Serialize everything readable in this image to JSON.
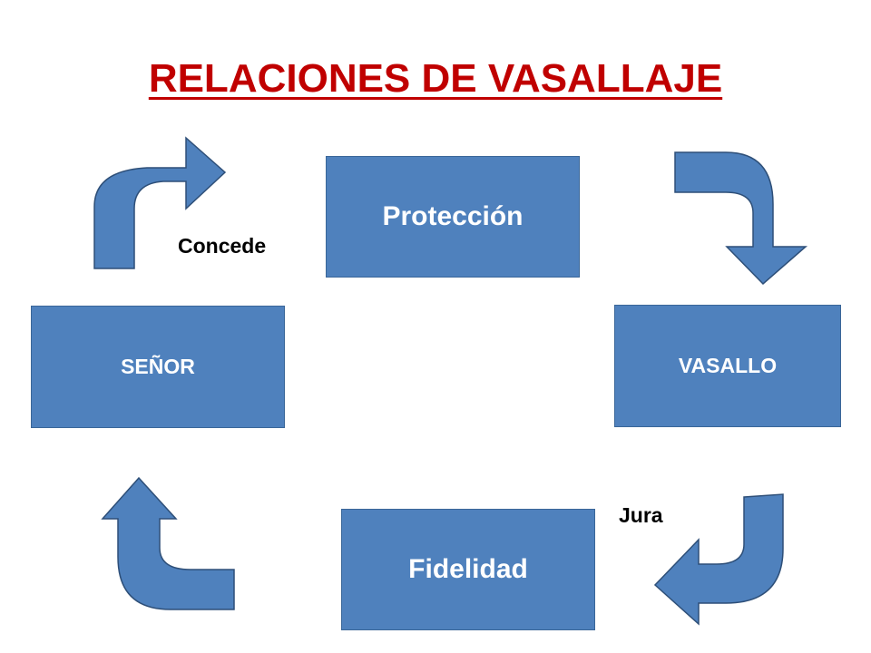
{
  "title": {
    "text": "RELACIONES DE VASALLAJE",
    "color": "#c00000"
  },
  "colors": {
    "box_fill": "#4f81bd",
    "box_border": "#3a6698",
    "arrow_fill": "#4f81bd",
    "arrow_stroke": "#2e4f78"
  },
  "boxes": {
    "proteccion": "Protección",
    "senor": "SEÑOR",
    "vasallo": "VASALLO",
    "fidelidad": "Fidelidad"
  },
  "labels": {
    "concede": "Concede",
    "jura": "Jura"
  }
}
